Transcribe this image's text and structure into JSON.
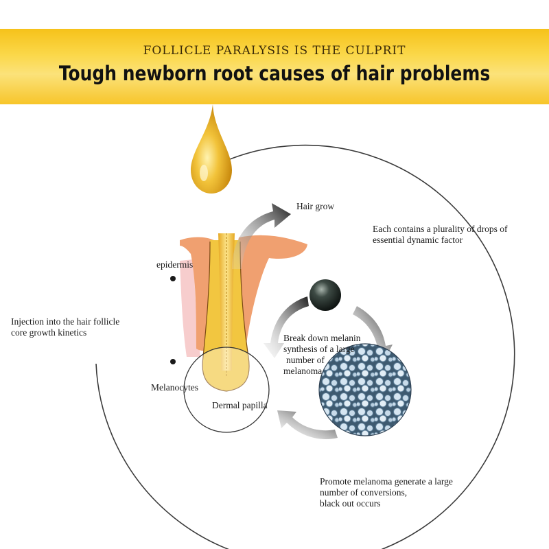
{
  "banner": {
    "subtitle": "FOLLICLE PARALYSIS IS THE CULPRIT",
    "title": "Tough newborn root causes of hair problems"
  },
  "labels": {
    "hair_grow": "Hair grow",
    "each_contains": [
      "Each contains a plurality of drops of",
      "essential dynamic factor"
    ],
    "epidermis": "epidermis",
    "injection": [
      "Injection into the hair follicle",
      "core growth kinetics"
    ],
    "break_down": [
      "Break down melanin",
      "synthesis of a large",
      "number of",
      "melanoma"
    ],
    "melanocytes": "Melanocytes",
    "dermal_papilla": "Dermal papilla",
    "promote": [
      "Promote melanoma generate a large",
      "number of conversions,",
      "black out occurs"
    ]
  },
  "colors": {
    "banner_gold": "#f6c21a",
    "oil_drop": "#e8a81c",
    "skin_orange": "#f0a070",
    "skin_pink": "#f6c4c4",
    "follicle_yellow": "#f2c640",
    "arrow_dark": "#2b2b2b",
    "cell_blue": "#8fb0c8"
  },
  "icons": [
    "oil-drop-icon",
    "black-sphere-icon",
    "cell-texture-icon",
    "curved-arrow-icon"
  ]
}
